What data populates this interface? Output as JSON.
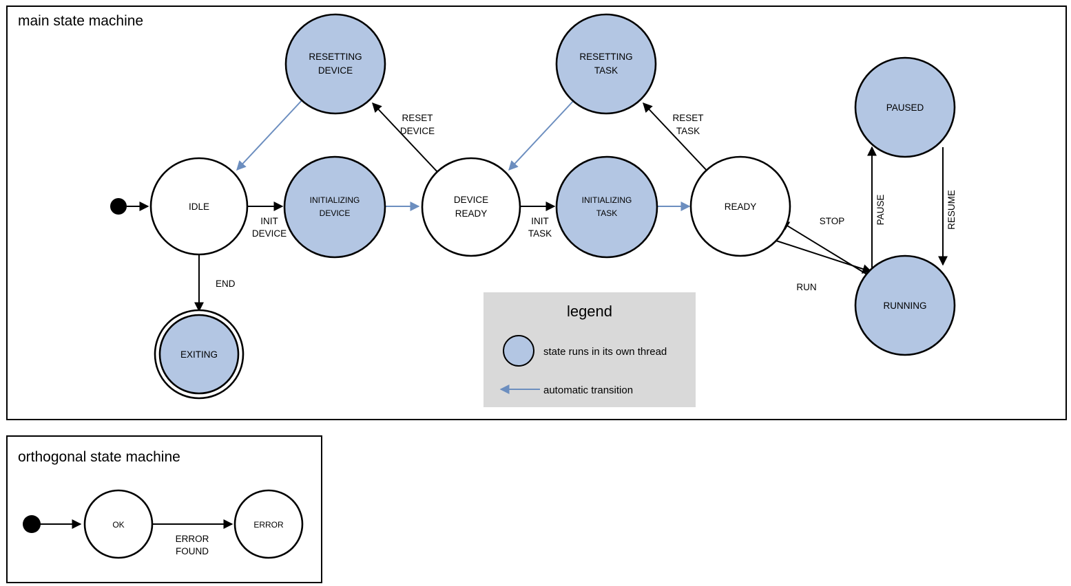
{
  "colors": {
    "thread_state_fill": "#b3c6e3",
    "plain_state_fill": "#ffffff",
    "auto_transition": "#6c8ebf",
    "stroke": "#000000",
    "legend_background": "#d9d9d9",
    "canvas": "#ffffff"
  },
  "diagrams": [
    {
      "id": "main",
      "title": "main state machine"
    },
    {
      "id": "orthogonal",
      "title": "orthogonal state machine"
    }
  ],
  "main": {
    "title": "main state machine",
    "states": [
      {
        "id": "idle",
        "label_line1": "IDLE",
        "label_line2": "",
        "threaded": false,
        "final": false
      },
      {
        "id": "resetting-device",
        "label_line1": "RESETTING",
        "label_line2": "DEVICE",
        "threaded": true,
        "final": false
      },
      {
        "id": "initializing-device",
        "label_line1": "INITIALIZING",
        "label_line2": "DEVICE",
        "threaded": true,
        "final": false
      },
      {
        "id": "device-ready",
        "label_line1": "DEVICE",
        "label_line2": "READY",
        "threaded": false,
        "final": false
      },
      {
        "id": "resetting-task",
        "label_line1": "RESETTING",
        "label_line2": "TASK",
        "threaded": true,
        "final": false
      },
      {
        "id": "initializing-task",
        "label_line1": "INITIALIZING",
        "label_line2": "TASK",
        "threaded": true,
        "final": false
      },
      {
        "id": "ready",
        "label_line1": "READY",
        "label_line2": "",
        "threaded": false,
        "final": false
      },
      {
        "id": "paused",
        "label_line1": "PAUSED",
        "label_line2": "",
        "threaded": true,
        "final": false
      },
      {
        "id": "running",
        "label_line1": "RUNNING",
        "label_line2": "",
        "threaded": true,
        "final": false
      },
      {
        "id": "exiting",
        "label_line1": "EXITING",
        "label_line2": "",
        "threaded": true,
        "final": true
      }
    ],
    "transitions": [
      {
        "id": "start-to-idle",
        "from": "start",
        "to": "idle",
        "label_line1": "",
        "label_line2": "",
        "automatic": false
      },
      {
        "id": "idle-to-initializing-device",
        "from": "idle",
        "to": "initializing-device",
        "label_line1": "INIT",
        "label_line2": "DEVICE",
        "automatic": false
      },
      {
        "id": "idle-to-exiting",
        "from": "idle",
        "to": "exiting",
        "label_line1": "END",
        "label_line2": "",
        "automatic": false
      },
      {
        "id": "resetting-device-to-idle",
        "from": "resetting-device",
        "to": "idle",
        "label_line1": "",
        "label_line2": "",
        "automatic": true
      },
      {
        "id": "initializing-device-to-device-ready",
        "from": "initializing-device",
        "to": "device-ready",
        "label_line1": "",
        "label_line2": "",
        "automatic": true
      },
      {
        "id": "device-ready-to-resetting-device",
        "from": "device-ready",
        "to": "resetting-device",
        "label_line1": "RESET",
        "label_line2": "DEVICE",
        "automatic": false
      },
      {
        "id": "device-ready-to-initializing-task",
        "from": "device-ready",
        "to": "initializing-task",
        "label_line1": "INIT",
        "label_line2": "TASK",
        "automatic": false
      },
      {
        "id": "resetting-task-to-device-ready",
        "from": "resetting-task",
        "to": "device-ready",
        "label_line1": "",
        "label_line2": "",
        "automatic": true
      },
      {
        "id": "initializing-task-to-ready",
        "from": "initializing-task",
        "to": "ready",
        "label_line1": "",
        "label_line2": "",
        "automatic": true
      },
      {
        "id": "ready-to-resetting-task",
        "from": "ready",
        "to": "resetting-task",
        "label_line1": "RESET",
        "label_line2": "TASK",
        "automatic": false
      },
      {
        "id": "ready-to-running",
        "from": "ready",
        "to": "running",
        "label_line1": "RUN",
        "label_line2": "",
        "automatic": false
      },
      {
        "id": "running-to-ready",
        "from": "running",
        "to": "ready",
        "label_line1": "STOP",
        "label_line2": "",
        "automatic": false
      },
      {
        "id": "running-to-paused",
        "from": "running",
        "to": "paused",
        "label_line1": "PAUSE",
        "label_line2": "",
        "automatic": false
      },
      {
        "id": "paused-to-running",
        "from": "paused",
        "to": "running",
        "label_line1": "RESUME",
        "label_line2": "",
        "automatic": false
      }
    ]
  },
  "orthogonal": {
    "title": "orthogonal state machine",
    "states": [
      {
        "id": "ok",
        "label_line1": "OK",
        "threaded": false
      },
      {
        "id": "error",
        "label_line1": "ERROR",
        "threaded": false
      }
    ],
    "transitions": [
      {
        "id": "start-to-ok",
        "from": "start",
        "to": "ok",
        "label_line1": "",
        "label_line2": ""
      },
      {
        "id": "ok-to-error",
        "from": "ok",
        "to": "error",
        "label_line1": "ERROR",
        "label_line2": "FOUND"
      }
    ]
  },
  "legend": {
    "title": "legend",
    "items": [
      {
        "id": "thread-state",
        "symbol": "filled-circle",
        "text": "state runs in its own thread"
      },
      {
        "id": "auto-transition",
        "symbol": "blue-arrow",
        "text": "automatic transition"
      }
    ]
  }
}
